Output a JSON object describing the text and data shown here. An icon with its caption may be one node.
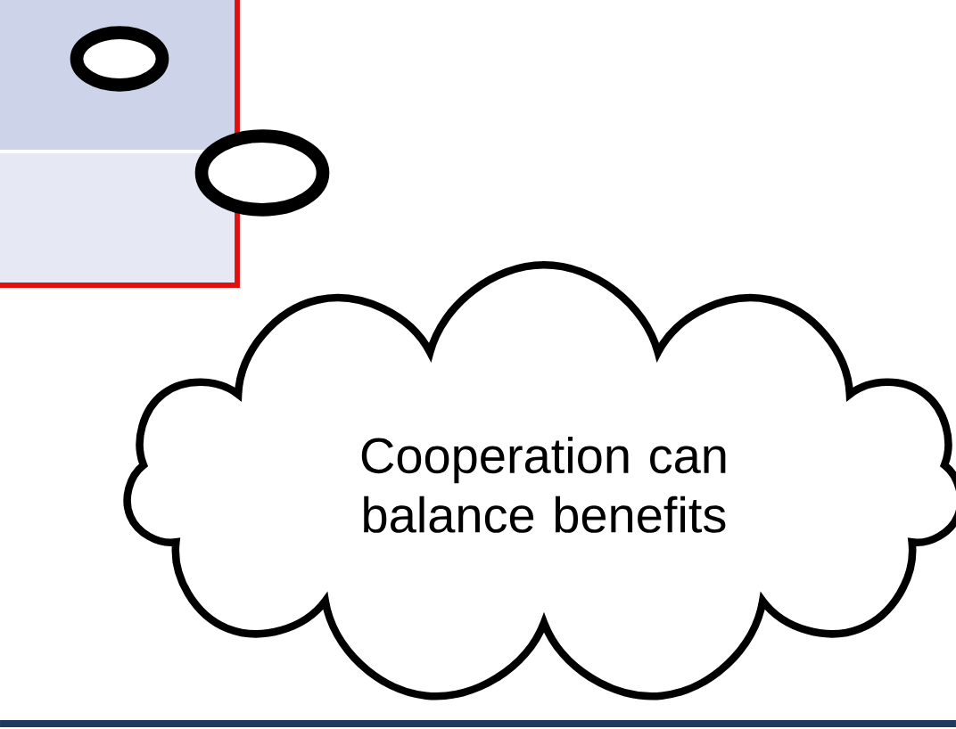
{
  "diagram": {
    "nodes": [
      {
        "text": [],
        "shape": "circle"
      },
      {
        "text": [],
        "shape": "circle"
      },
      {
        "text": [
          "Cooperation can balance benefits"
        ]
      }
    ]
  }
}
